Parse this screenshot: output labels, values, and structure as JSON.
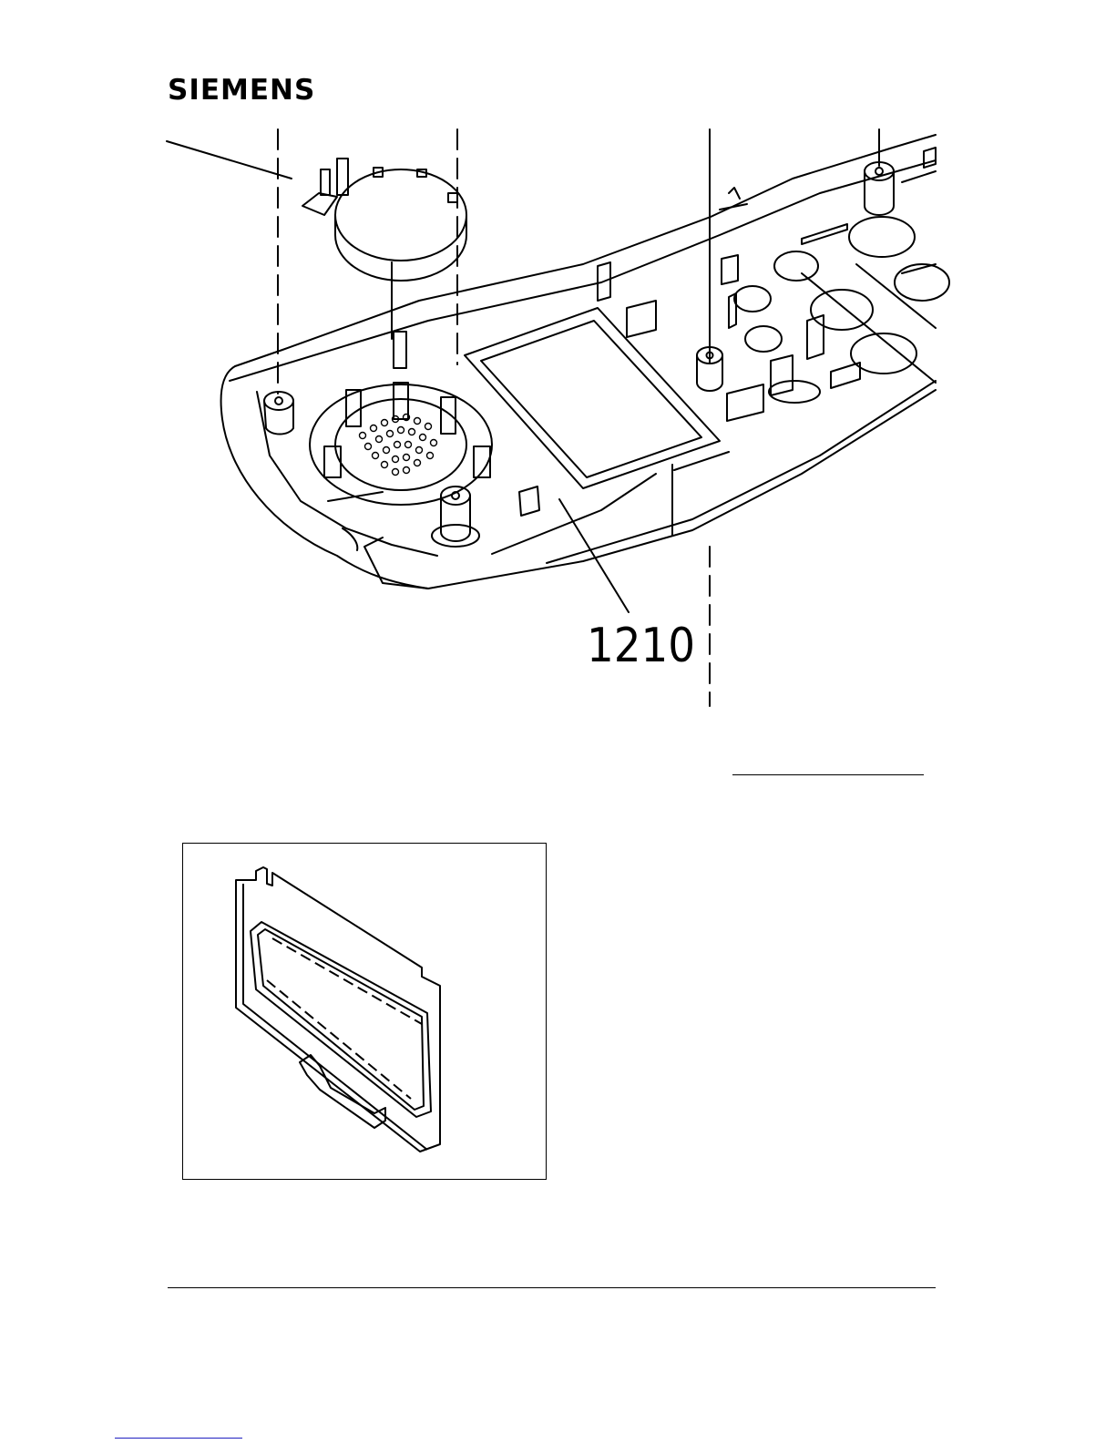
{
  "header": {
    "brand": "SIEMENS"
  },
  "diagram": {
    "part_number": "1210",
    "icons": [
      "siemens-logo",
      "handset-front-housing",
      "display-frame"
    ]
  }
}
